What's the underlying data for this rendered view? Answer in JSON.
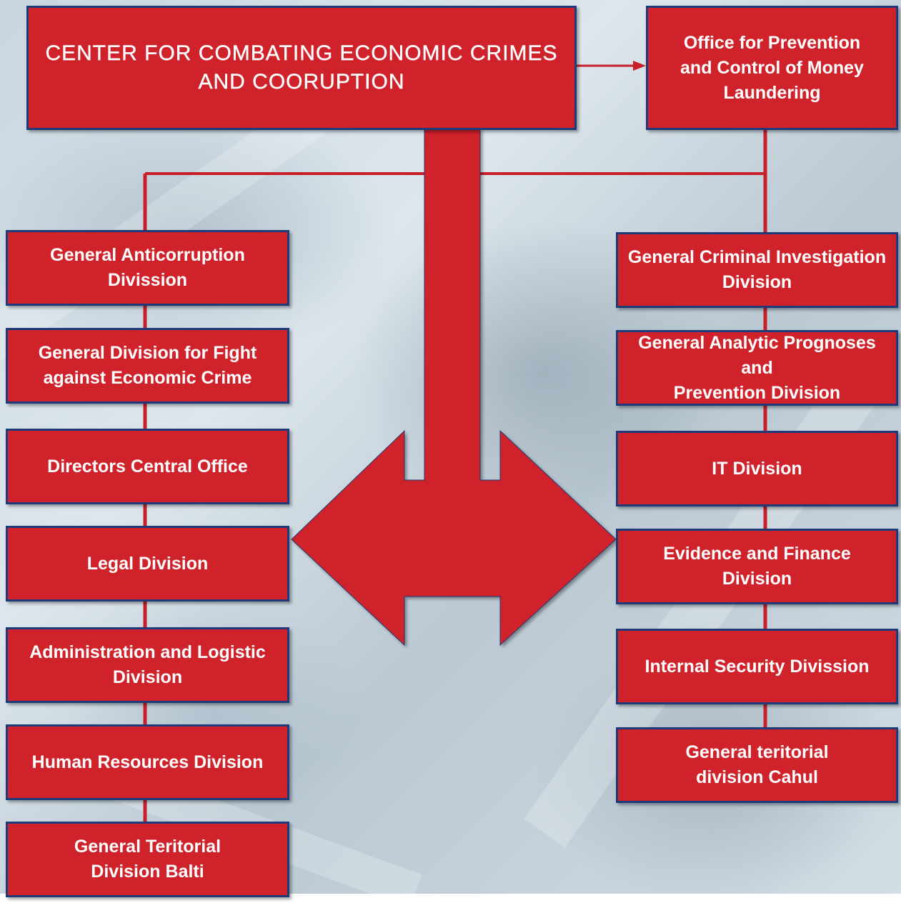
{
  "main": {
    "title": "CENTER  FOR  COMBATING  ECONOMIC  CRIMES\nAND  COORUPTION"
  },
  "side_office": {
    "title": "Office for Prevention\nand Control of Money\nLaundering"
  },
  "left_divisions": [
    "General Anticorruption\nDivission",
    "General Division for Fight\nagainst Economic Crime",
    "Directors Central Office",
    "Legal Division",
    "Administration and Logistic\nDivision",
    "Human Resources Division",
    "General Teritorial\nDivision Balti"
  ],
  "right_divisions": [
    "General Criminal Investigation\nDivision",
    "General Analytic Prognoses and\nPrevention Division",
    "IT Division",
    "Evidence and Finance\nDivision",
    "Internal Security Divission",
    "General teritorial\ndivision Cahul"
  ],
  "colors": {
    "box_fill": "#d0222a",
    "box_border": "#1e3a78",
    "connector": "#c8202a",
    "text": "#ffffff"
  }
}
